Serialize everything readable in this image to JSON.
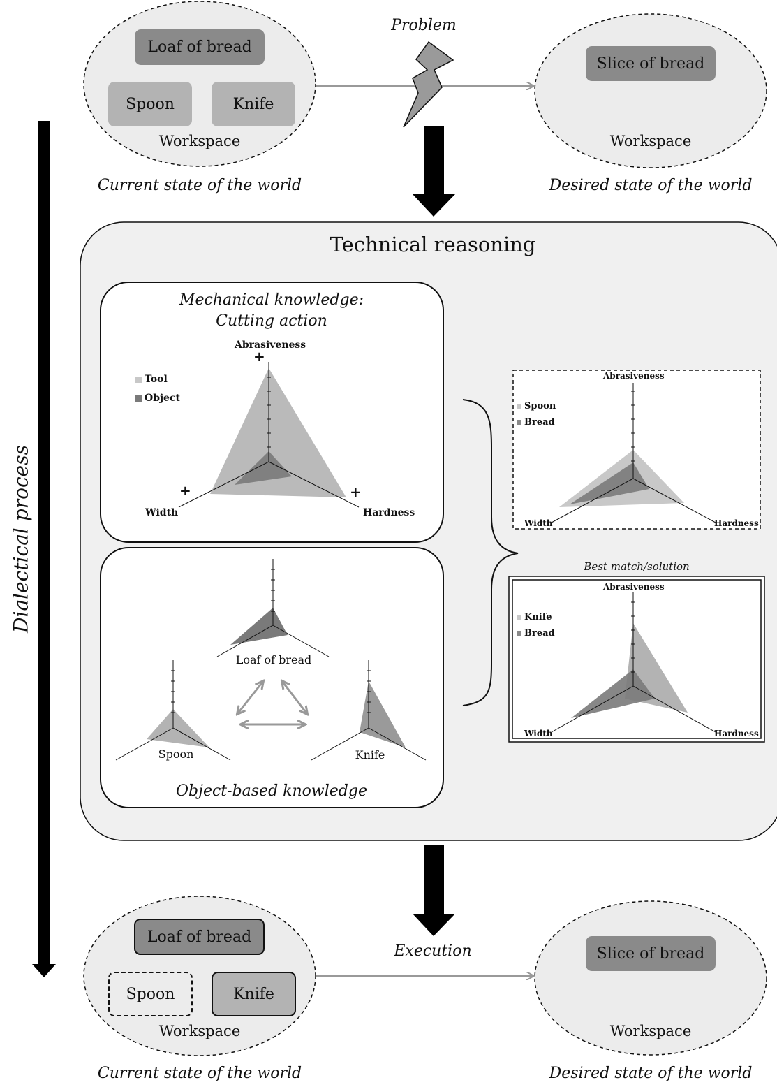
{
  "top": {
    "problem_label": "Problem",
    "current": {
      "items": [
        "Loaf of bread",
        "Spoon",
        "Knife"
      ],
      "workspace_label": "Workspace",
      "caption": "Current state of the world"
    },
    "desired": {
      "items": [
        "Slice of bread"
      ],
      "workspace_label": "Workspace",
      "caption": "Desired state of the world"
    }
  },
  "side": {
    "label": "Dialectical process"
  },
  "reasoning": {
    "title": "Technical reasoning",
    "mechanical": {
      "title_line1": "Mechanical knowledge:",
      "title_line2": "Cutting action",
      "axes": [
        "Abrasiveness",
        "Width",
        "Hardness"
      ],
      "plus_marks": [
        "+",
        "+",
        "+"
      ],
      "legend": [
        "Tool",
        "Object"
      ]
    },
    "object_based": {
      "title": "Object-based knowledge",
      "objects": [
        "Loaf of bread",
        "Spoon",
        "Knife"
      ]
    },
    "comparisons": {
      "spoon_chart": {
        "axes": [
          "Abrasiveness",
          "Width",
          "Hardness"
        ],
        "legend": [
          "Spoon",
          "Bread"
        ]
      },
      "best_label": "Best match/solution",
      "knife_chart": {
        "axes": [
          "Abrasiveness",
          "Width",
          "Hardness"
        ],
        "legend": [
          "Knife",
          "Bread"
        ]
      }
    }
  },
  "bottom": {
    "execution_label": "Execution",
    "current": {
      "items": [
        "Loaf of bread",
        "Spoon",
        "Knife"
      ],
      "workspace_label": "Workspace",
      "caption": "Current state of the world"
    },
    "desired": {
      "items": [
        "Slice of bread"
      ],
      "workspace_label": "Workspace",
      "caption": "Desired state of the world"
    }
  },
  "colors": {
    "dark_gray": "#8a8a8a",
    "mid_gray": "#b3b3b3",
    "panel_bg": "#f0f0f0",
    "ellipse_bg": "#ececec"
  }
}
